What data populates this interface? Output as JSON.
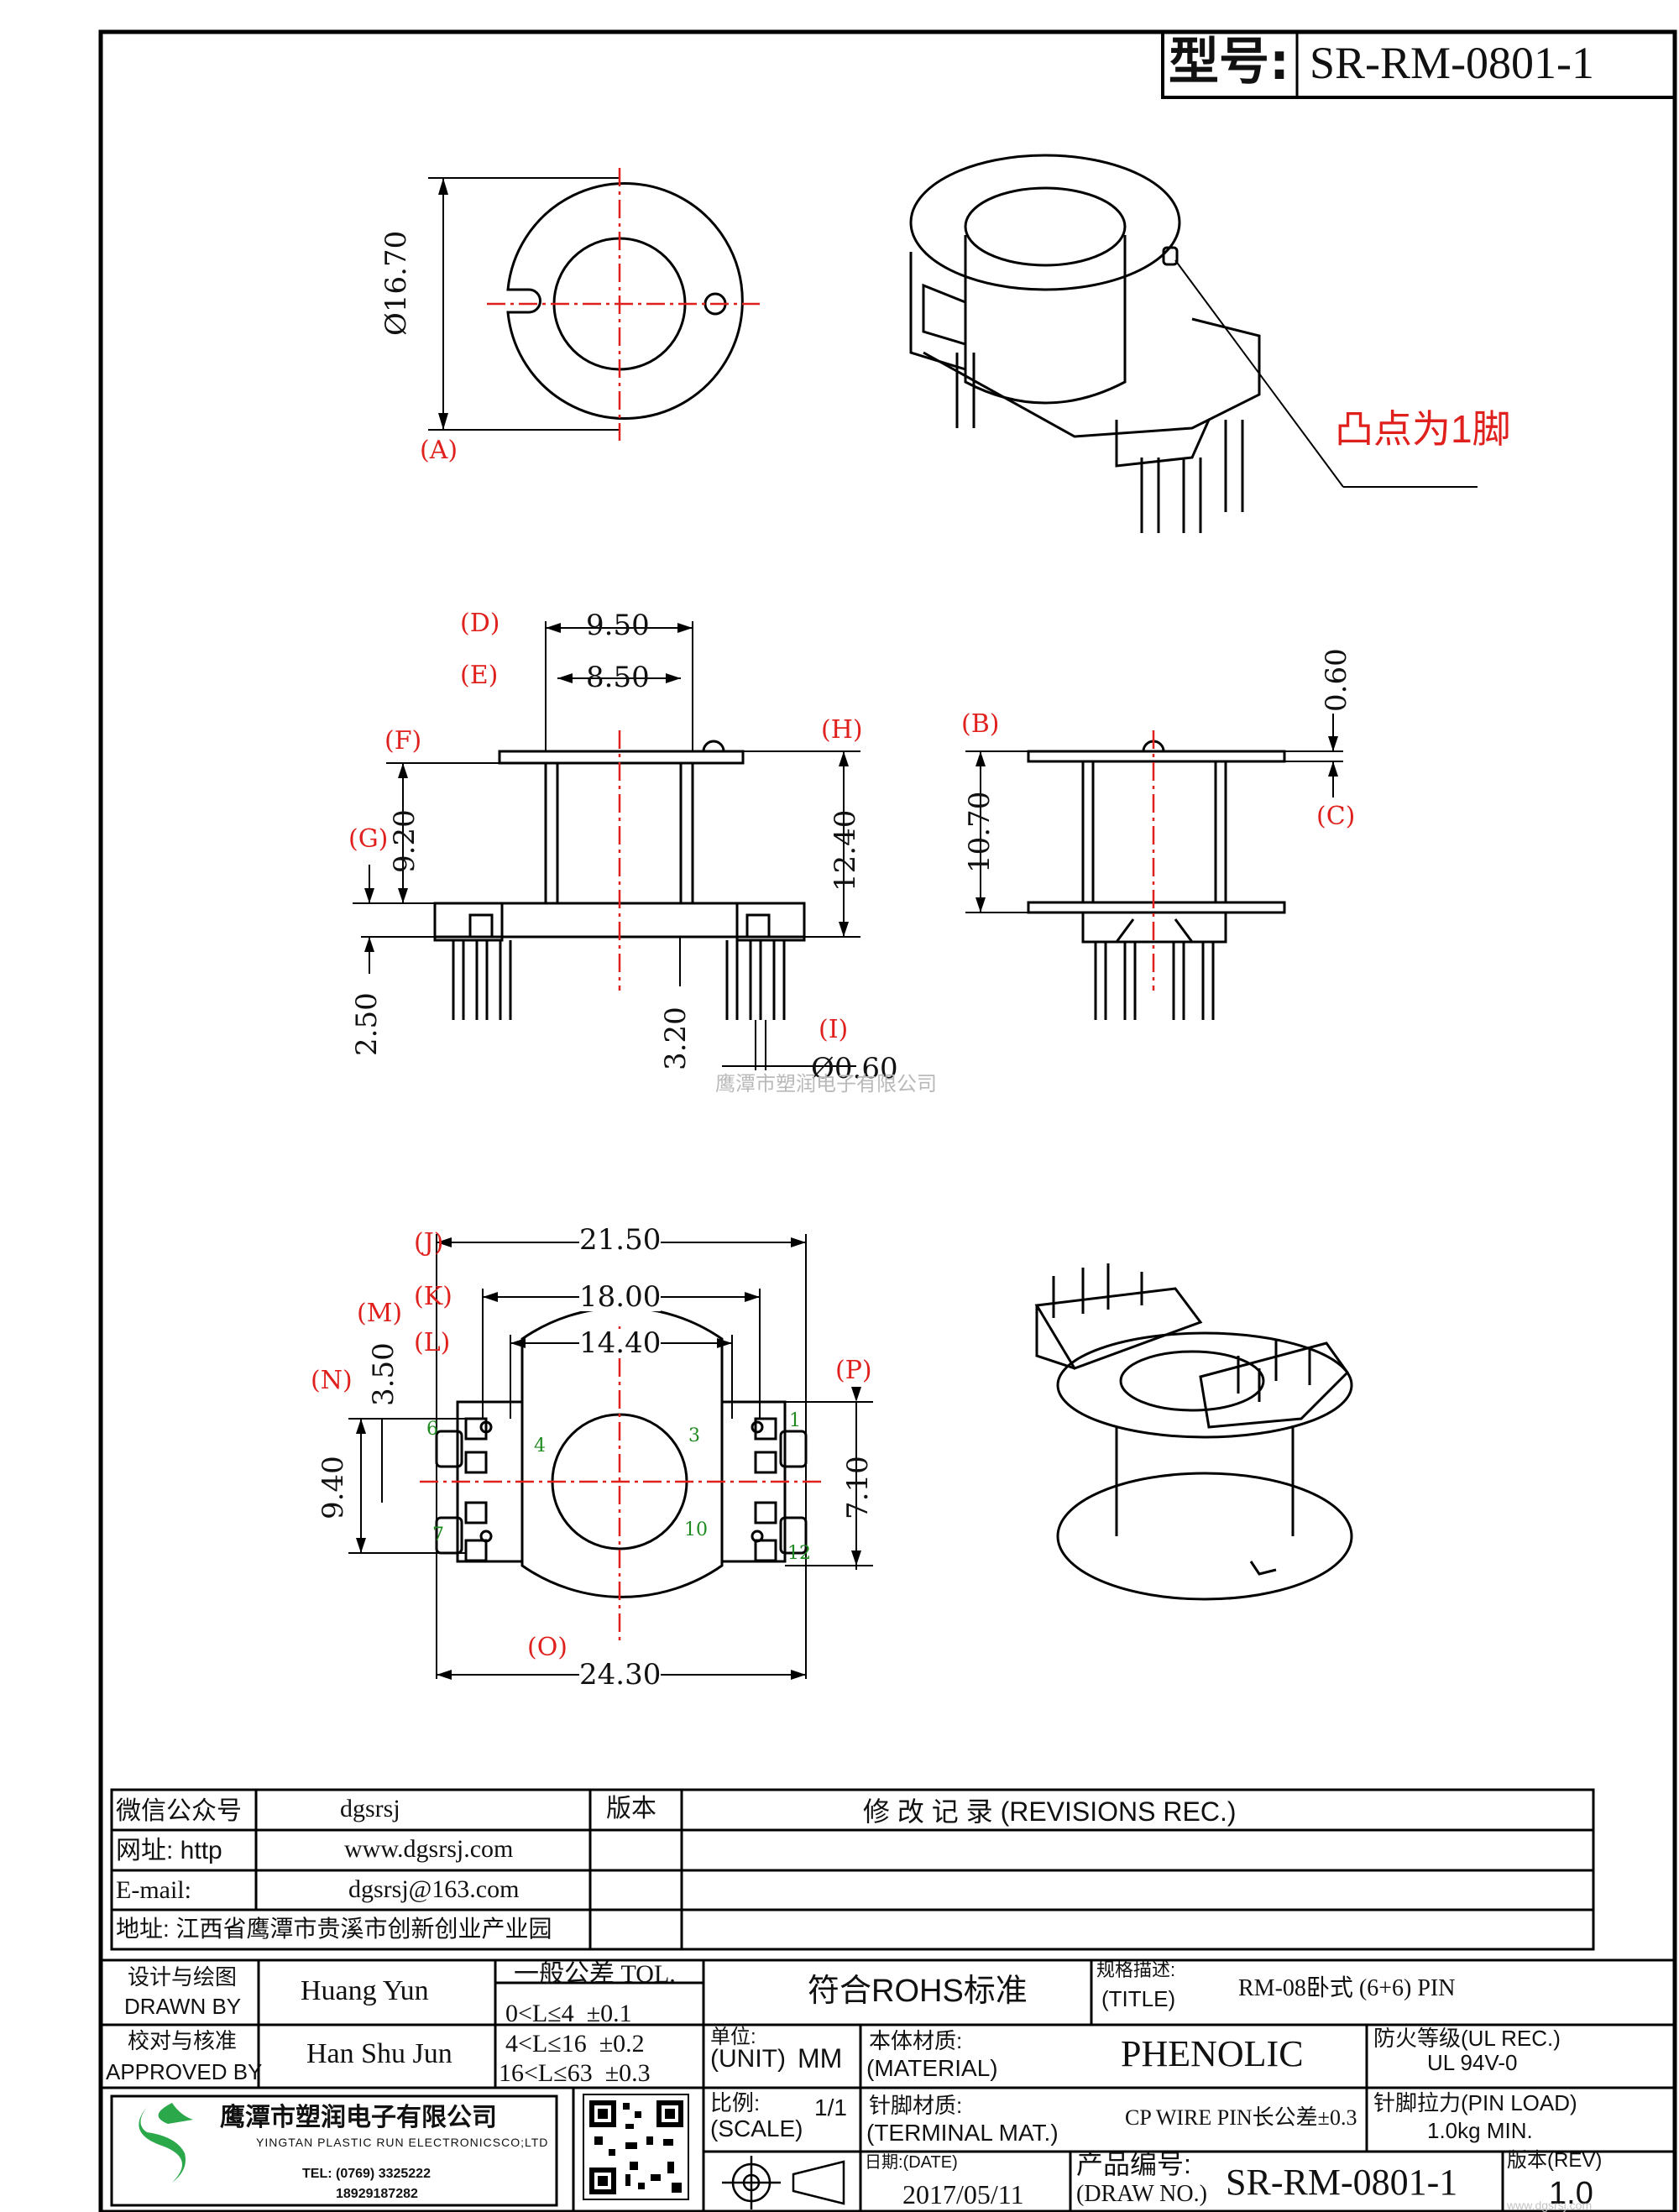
{
  "header": {
    "model_label": "型号:",
    "model_value": "SR-RM-0801-1"
  },
  "annotation": {
    "pin1_note": "凸点为1脚"
  },
  "watermark": "鹰潭市塑润电子有限公司",
  "dimensions": {
    "top_view": {
      "diameter": "Ø16.70",
      "label_a": "(A)"
    },
    "front_view": {
      "d_label": "(D)",
      "d_value": "9.50",
      "e_label": "(E)",
      "e_value": "8.50",
      "f_label": "(F)",
      "g_label": "(G)",
      "g_value": "9.20",
      "h_label": "(H)",
      "h_value": "12.40",
      "pin_offset": "2.50",
      "pin_len": "3.20",
      "i_label": "(I)",
      "i_value": "Ø0.60"
    },
    "side_view": {
      "b_label": "(B)",
      "b_value": "10.70",
      "c_label": "(C)",
      "c_value": "0.60"
    },
    "bottom_view": {
      "j_label": "(J)",
      "j_value": "21.50",
      "k_label": "(K)",
      "k_value": "18.00",
      "l_label": "(L)",
      "l_value": "14.40",
      "m_label": "(M)",
      "m_value": "3.50",
      "n_label": "(N)",
      "n_value": "9.40",
      "o_label": "(O)",
      "o_value": "24.30",
      "p_label": "(P)",
      "p_value": "7.10",
      "pins": [
        "1",
        "3",
        "4",
        "6",
        "7",
        "10",
        "12"
      ]
    }
  },
  "info_block": {
    "wechat_label": "微信公众号",
    "wechat_value": "dgsrsj",
    "web_label": "网址: http",
    "web_value": "www.dgsrsj.com",
    "email_label": "E-mail:",
    "email_value": "dgsrsj@163.com",
    "address": "地址: 江西省鹰潭市贵溪市创新创业产业园",
    "version_label": "版本",
    "revisions_title": "修 改 记 录 (REVISIONS REC.)"
  },
  "title_block": {
    "designer_cn": "设计与绘图",
    "designer_en": "DRAWN BY",
    "designer_name": "Huang Yun",
    "checker_cn": "校对与核准",
    "checker_en": "APPROVED BY",
    "checker_name": "Han Shu Jun",
    "tol_title": "一般公差 TOL.",
    "tol_rows": [
      "0<L≤4  ±0.1",
      "4<L≤16  ±0.2",
      "16<L≤63  ±0.3"
    ],
    "rohs": "符合ROHS标准",
    "spec_label": "规格描述:",
    "spec_en": "(TITLE)",
    "spec_value": "RM-08卧式 (6+6) PIN",
    "unit_label": "单位:",
    "unit_en": "(UNIT)",
    "unit_value": "MM",
    "material_label": "本体材质:",
    "material_en": "(MATERIAL)",
    "material_value": "PHENOLIC",
    "fire_label": "防火等级(UL REC.)",
    "fire_value": "UL 94V-0",
    "scale_label": "比例:",
    "scale_en": "(SCALE)",
    "scale_value": "1/1",
    "terminal_label": "针脚材质:",
    "terminal_en": "(TERMINAL MAT.)",
    "terminal_value": "CP WIRE  PIN长公差±0.3",
    "pinload_label": "针脚拉力(PIN LOAD)",
    "pinload_value": "1.0kg MIN.",
    "date_label": "日期:(DATE)",
    "date_value": "2017/05/11",
    "drawno_label": "产品编号:",
    "drawno_en": "(DRAW NO.)",
    "drawno_value": "SR-RM-0801-1",
    "rev_label": "版本(REV)",
    "rev_value": "1.0",
    "company_cn": "鹰潭市塑润电子有限公司",
    "company_en": "YINGTAN PLASTIC RUN ELECTRONICSCO;LTD",
    "company_tel": "TEL: (0769) 3325222",
    "company_mobile": "18929187282"
  },
  "footer_watermark": "www.dgsrsj.com",
  "colors": {
    "centerline": "#e0201c",
    "annotation": "#e0201c",
    "pin_numbers": "#1f8a1f",
    "logo": "#2aa84a"
  }
}
